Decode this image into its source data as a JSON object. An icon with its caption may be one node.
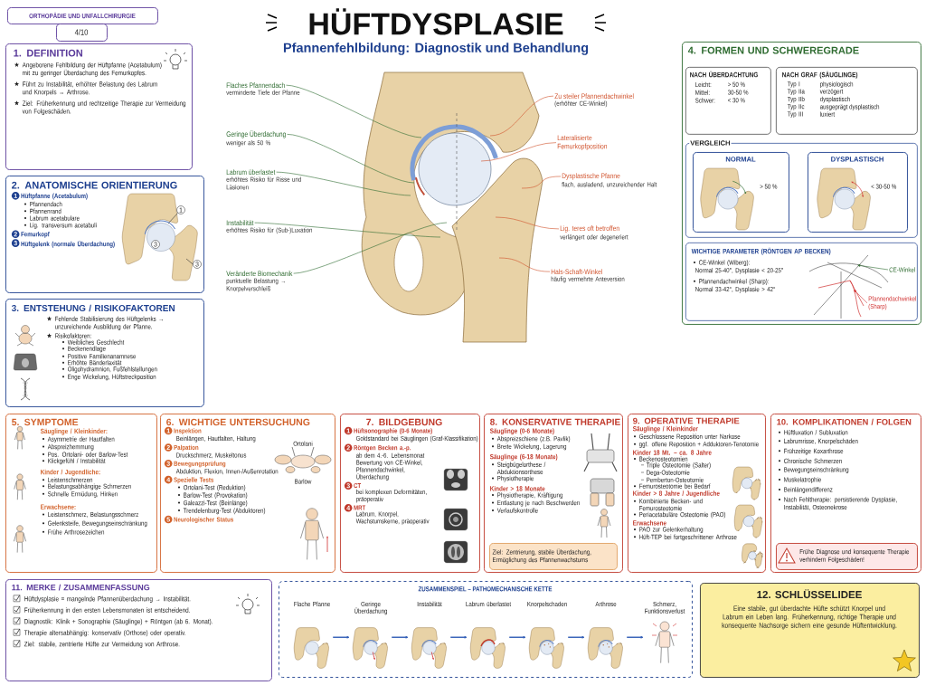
{
  "diagram": {
    "title": "HÜFTDYSPLASIE",
    "nodes": [
      {
        "text": [
          "ORTHOPÄDIE UND UNFALLCHIRURGIE"
        ]
      },
      {
        "text": [
          "4/10"
        ]
      },
      {
        "text": [
          "1. DEFINITION",
          "Angeborene Fehlbildung der Hüftpfanne (Acetabulum) mit zu geringer Überdachung des Femurkopfes.",
          "Führt zu Instabilität, erhöhter Belastung des Labrum und Knorpels → Arthrose.",
          "Ziel: Früherkennung und rechtzeitige Therapie zur Vermeidung von Folgeschäden."
        ]
      },
      {
        "text": [
          "2. ANATOMISCHE ORIENTIERUNG",
          "1",
          "Hüftpfanne (Acetabulum)",
          "Pfannendach",
          "Pfannenrand",
          "Labrum acetabulare",
          "Lig. transversum acetabuli",
          "2",
          "Femurkopf",
          "3",
          "Hüftgelenk (normale Überdachung)"
        ]
      },
      {
        "text": [
          "1"
        ],
        "in": 3
      },
      {
        "text": [
          "3"
        ],
        "in": 3
      },
      {
        "text": [
          "3"
        ],
        "in": 3
      },
      {
        "text": [
          "3. ENTSTEHUNG / RISIKOFAKTOREN",
          "Fehlende Stabilisierung des Hüftgelenks → unzureichende Ausbildung der Pfanne.",
          "Risikofaktoren:",
          "Weibliches Geschlecht",
          "Beckenendlage",
          "Positive Familienanamnese",
          "Erhöhte Bänderlaxität",
          "Oligohydramnion, Fußfehlstellungen",
          "Enge Wickelung, Hüftstreckposition"
        ]
      },
      {
        "text": [
          "Flaches Pfannendach",
          "verminderte Tiefe der Pfanne"
        ]
      },
      {
        "text": [
          "Geringe Überdachung",
          "weniger als 50 %"
        ]
      },
      {
        "text": [
          "Labrum überlastet",
          "erhöhtes Risiko für Risse und Läsionen"
        ]
      },
      {
        "text": [
          "Instabilität",
          "erhöhtes Risiko für (Sub-)Luxation"
        ]
      },
      {
        "text": [
          "Veränderte Biomechanik",
          "punktuelle Belastung → Knorpelverschleiß"
        ]
      },
      {
        "text": [
          "Zu steiler Pfannendachwinkel",
          "(erhöhter CE-Winkel)"
        ]
      },
      {
        "text": [
          "Lateralisierte Femurkopfposition"
        ]
      },
      {
        "text": [
          "Dysplastische Pfanne",
          "flach, ausladend, unzureichender Halt"
        ]
      },
      {
        "text": [
          "Lig. teres oft betroffen",
          "verlängert oder degeneriert"
        ]
      },
      {
        "text": [
          "Hals-Schaft-Winkel",
          "häufig vermehrte Anteversion"
        ]
      },
      {
        "text": [
          "4. FORMEN UND SCHWEREGRADE"
        ]
      },
      {
        "text": [
          "NACH ÜBERDACHTUNG",
          "Leicht:",
          "> 50 %",
          "Mittel:",
          "30-50 %",
          "Schwer:",
          "< 30 %"
        ],
        "in": 18
      },
      {
        "text": [
          "NACH GRAF (SÄUGLINGE)",
          "Typ I",
          "physiologisch",
          "Typ IIa",
          "verzögert",
          "Typ IIb",
          "dysplastisch",
          "Typ IIc",
          "ausgeprägt dysplastisch",
          "Typ III",
          "luxiert"
        ],
        "in": 18
      },
      {
        "text": [
          "VERGLEICH"
        ],
        "in": 18
      },
      {
        "text": [
          "NORMAL",
          "> 50 %"
        ],
        "in": 21
      },
      {
        "text": [
          "DYSPLASTISCH",
          "< 30-50 %"
        ],
        "in": 21
      },
      {
        "text": [
          "WICHTIGE PARAMETER (RÖNTGEN AP BECKEN)",
          "CE-Winkel (Wiberg):",
          "Normal 25-40°, Dysplasie < 20-25°",
          "Pfannendachwinkel (Sharp):",
          "Normal 33-42°, Dysplasie > 42°"
        ],
        "in": 18
      },
      {
        "text": [
          "CE-Winkel"
        ],
        "in": 24
      },
      {
        "text": [
          "Pfannendachwinkel (Sharp)"
        ],
        "in": 24
      },
      {
        "text": [
          "5. SYMPTOME",
          "Säuglinge / Kleinkinder:",
          "Asymmetrie der Hautfalten",
          "Abspreizhemmung",
          "Pos. Ortolani- oder Barlow-Test",
          "Klickgefühl / Instabilität",
          "Kinder / Jugendliche:",
          "Leistenschmerzen",
          "Belastungsabhängige Schmerzen",
          "Schnelle Ermüdung, Hinken",
          "Erwachsene:",
          "Leistenschmerz, Belastungsschmerz",
          "Gelenksteife, Bewegungseinschränkung",
          "Frühe Arthrosezeichen"
        ]
      },
      {
        "text": [
          "6. WICHTIGE UNTERSUCHUNG",
          "1",
          "Inspektion",
          "Beinlängen, Hautfalten, Haltung",
          "2",
          "Palpation",
          "Druckschmerz, Muskeltonus",
          "3",
          "Bewegungsprüfung",
          "Abduktion, Flexion, Innen-/Außenrotation",
          "4",
          "Spezielle Tests",
          "Ortolani-Test (Reduktion)",
          "Barlow-Test (Provokation)",
          "Galeazzi-Test (Beinlänge)",
          "Trendelenburg-Test (Abduktoren)",
          "5",
          "Neurologischer Status"
        ]
      },
      {
        "text": [
          "Ortolani"
        ],
        "in": 28
      },
      {
        "text": [
          "7. BILDGEBUNG",
          "1",
          "Hüftsonographie (0-6 Monate)",
          "Goldstandard bei Säuglingen (Graf-Klassifikation)",
          "2",
          "Röntgen Becken a.-p.",
          "ab dem 4.-6. Lebensmonat Bewertung von CE-Winkel, Pfannendachwinkel, Überdachung",
          "3",
          "CT",
          "bei komplexen Deformitäten, präoperativ",
          "4",
          "MRT",
          "Labrum, Knorpel, Wachstumskerne, präoperativ"
        ]
      },
      {
        "text": [
          "8. KONSERVATIVE THERAPIE",
          "Säuglinge (0-6 Monate)",
          "Abspreizschiene (z.B. Pavlik)",
          "Breite Wickelung, Lagerung",
          "Säuglinge (6-18 Monate)",
          "Steigbügelorthese / Abduktionsorthese",
          "Physiotherapie",
          "Kinder > 18 Monate",
          "Physiotherapie, Kräftigung",
          "Entlastung je nach Beschwerden",
          "Verlaufskontrolle"
        ]
      },
      {
        "text": [
          "Ziel: Zentrierung, stabile Überdachung, Ermöglichung des Pfannenwachstums"
        ],
        "in": 31
      },
      {
        "text": [
          "9. OPERATIVE THERAPIE",
          "Säuglinge / Kleinkinder",
          "Geschlossene Reposition unter Narkose",
          "ggf. offene Reposition + Adduktoren-Tenotomie",
          "Kinder 18 Mt. – ca. 8 Jahre",
          "Beckenosteotomien",
          "Triple Osteotomie (Salter)",
          "Dega-Osteotomie",
          "Pemberton-Osteotomie",
          "Femurosteotomie bei Bedarf",
          "Kinder > 8 Jahre / Jugendliche",
          "Kombinierte Becken- und Femurosteotomie",
          "Periacetabuläre Osteotomie (PAO)",
          "Erwachsene",
          "PAO zur Gelenkerhaltung",
          "Hüft-TEP bei fortgeschrittener Arthrose"
        ]
      },
      {
        "text": [
          "10. KOMPLIKATIONEN / FOLGEN",
          "Hüftluxation / Subluxation",
          "Labrumrisse, Knorpelschäden",
          "Frühzeitige Koxarthrose",
          "Chronische Schmerzen",
          "Bewegungseinschränkung",
          "Muskelatrophie",
          "Beinlängendifferenz",
          "Nach Fehltherapie: persistierende Dysplasie, Instabilität, Osteonekrose"
        ]
      },
      {
        "text": [
          "Frühe Diagnose und konsequente Therapie verhindern Folgeschäden!"
        ],
        "in": 34
      },
      {
        "text": [
          "11. MERKE / ZUSAMMENFASSUNG",
          "Hüftdysplasie = mangelnde Pfannenüberdachung → Instabilität.",
          "Früherkennung in den ersten Lebensmonaten ist entscheidend.",
          "Diagnostik: Klinik + Sonographie (Säuglinge) + Röntgen (ab 6. Monat).",
          "Therapie altersabhängig: konservativ (Orthose) oder operativ.",
          "Ziel: stabile, zentrierte Hüfte zur Vermeidung von Arthrose."
        ]
      },
      {
        "text": [
          "ZUSAMMENSPIEL – PATHOMECHANISCHE KETTE"
        ]
      },
      {
        "text": [
          "Flache Pfanne"
        ],
        "in": 37
      },
      {
        "text": [
          "Geringe Überdachung"
        ],
        "in": 37
      },
      {
        "text": [
          "Instabilität"
        ],
        "in": 37
      },
      {
        "text": [
          "Labrum überlastet"
        ],
        "in": 37
      },
      {
        "text": [
          "Knorpelschaden"
        ],
        "in": 37
      },
      {
        "text": [
          "Arthrose"
        ],
        "in": 37
      },
      {
        "text": [
          "Schmerz, Funktionsverlust"
        ],
        "in": 37
      },
      {
        "text": [
          "12. SCHLÜSSELIDEE",
          "Eine stabile, gut überdachte Hüfte schützt Knorpel und Labrum ein Leben lang. Früherkennung, richtige Therapie und konsequente Nachsorge sichern eine gesunde Hüftentwicklung."
        ]
      }
    ],
    "edges": [
      {
        "from": 4,
        "to": null,
        "arrow": "none"
      },
      {
        "from": 6,
        "to": null,
        "arrow": "none"
      },
      {
        "from": 8,
        "to": null,
        "arrow": "none",
        "color": "#2e6b30"
      },
      {
        "from": 9,
        "to": null,
        "arrow": "none",
        "color": "#2e6b30"
      },
      {
        "from": 10,
        "to": null,
        "arrow": "none",
        "color": "#2e6b30"
      },
      {
        "from": 11,
        "to": null,
        "arrow": "none",
        "color": "#2e6b30"
      },
      {
        "from": 12,
        "to": null,
        "arrow": "none",
        "color": "#2e6b30"
      },
      {
        "from": 13,
        "to": null,
        "arrow": "none",
        "color": "#d0502a"
      },
      {
        "from": 14,
        "to": null,
        "arrow": "none",
        "color": "#d0502a"
      },
      {
        "from": 15,
        "to": null,
        "arrow": "none",
        "color": "#d0502a"
      },
      {
        "from": 16,
        "to": null,
        "arrow": "none",
        "color": "#d0502a"
      },
      {
        "from": 17,
        "to": null,
        "arrow": "none",
        "color": "#d0502a"
      },
      {
        "from": 29,
        "to": null,
        "arrow": "none"
      },
      {
        "from": 29,
        "to": null,
        "arrow": "none"
      },
      {
        "from": 25,
        "to": null,
        "arrow": "to",
        "color": "#2e6b30"
      },
      {
        "from": 26,
        "to": null,
        "arrow": "to",
        "color": "#d03030"
      },
      {
        "from": 38,
        "to": 39,
        "arrow": "to",
        "color": "#1f4fb0"
      },
      {
        "from": 39,
        "to": 40,
        "arrow": "to",
        "color": "#1f4fb0"
      },
      {
        "from": 40,
        "to": 41,
        "arrow": "to",
        "color": "#1f4fb0"
      },
      {
        "from": 41,
        "to": 42,
        "arrow": "to",
        "color": "#1f4fb0"
      },
      {
        "from": 42,
        "to": 43,
        "arrow": "to",
        "color": "#1f4fb0"
      },
      {
        "from": 43,
        "to": 44,
        "arrow": "to",
        "color": "#1f4fb0"
      }
    ],
    "labels": [
      "Pfannenfehlbildung: Diagnostik und Behandlung",
      "Barlow"
    ]
  }
}
